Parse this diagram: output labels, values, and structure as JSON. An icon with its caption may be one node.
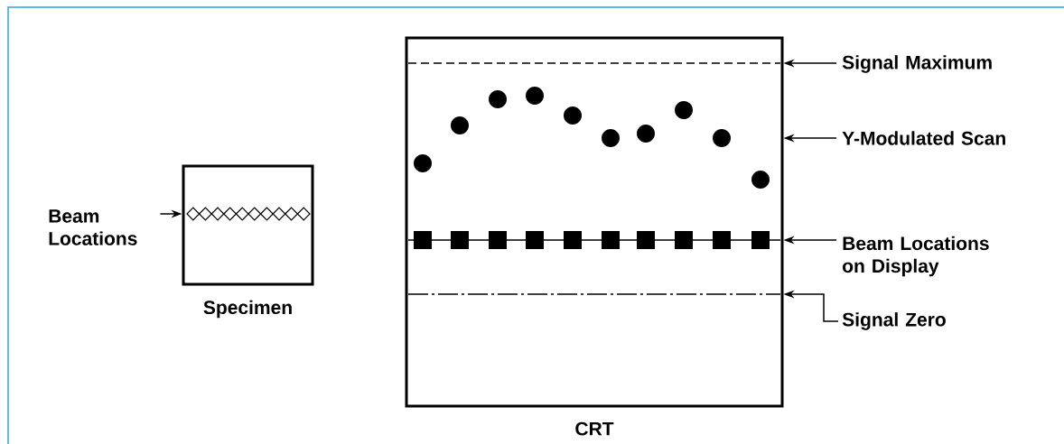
{
  "diagram": {
    "nodes": [
      {
        "text": [
          "Specimen"
        ]
      },
      {
        "text": [
          "Beam Locations"
        ]
      },
      {
        "text": [
          "CRT"
        ]
      },
      {
        "text": [
          "Signal Maximum"
        ]
      },
      {
        "text": [
          "Y-Modulated Scan"
        ]
      },
      {
        "text": [
          "Beam Locations on Display"
        ]
      },
      {
        "text": [
          "Signal Zero"
        ]
      }
    ],
    "edges": [
      {
        "from": 1,
        "to": 0,
        "arrow": "to"
      },
      {
        "from": 3,
        "to": 2,
        "arrow": "to"
      },
      {
        "from": 4,
        "to": 2,
        "arrow": "to"
      },
      {
        "from": 5,
        "to": 2,
        "arrow": "to"
      },
      {
        "from": 6,
        "to": 2,
        "arrow": "to"
      }
    ]
  }
}
